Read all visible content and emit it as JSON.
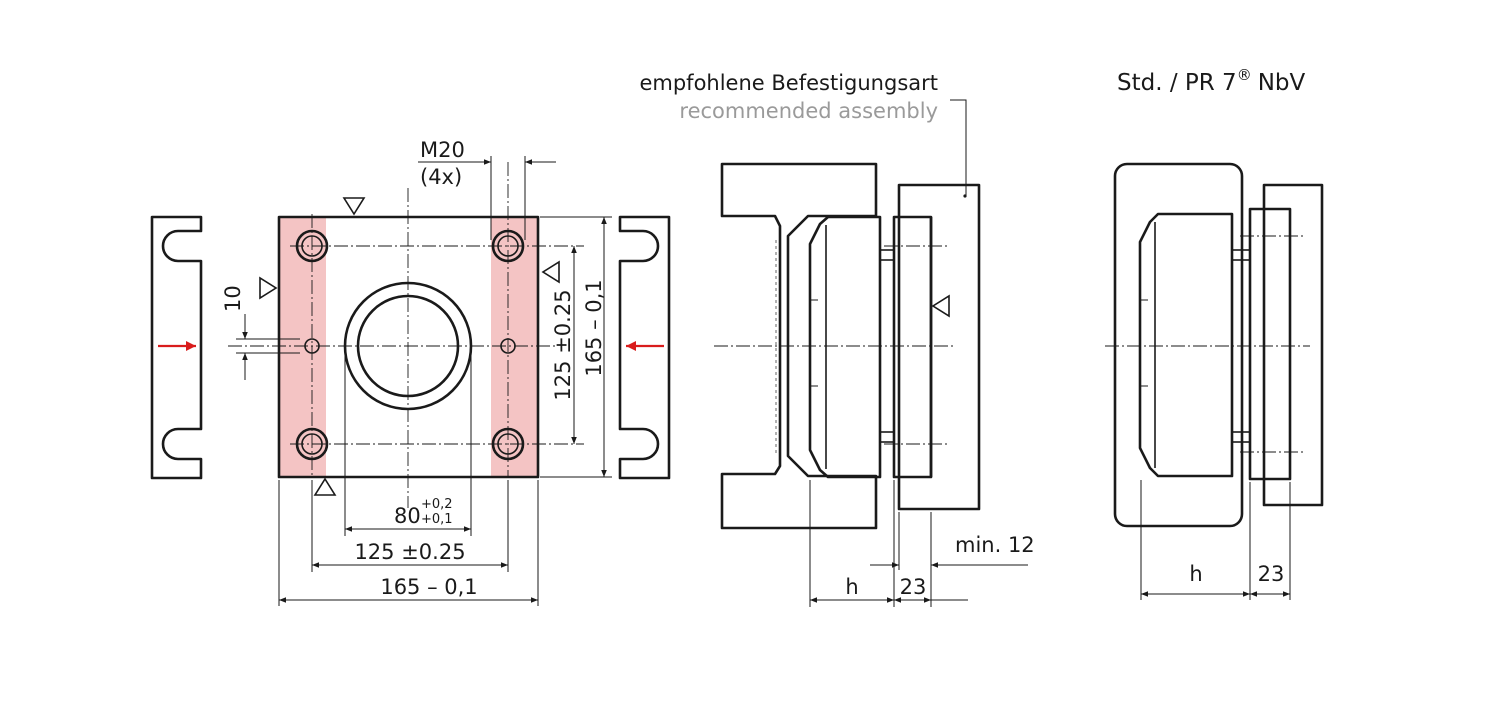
{
  "header": {
    "title_de": "empfohlene Befestigungsart",
    "title_en": "recommended assembly",
    "variant": "Std. / PR 7",
    "registered": "®",
    "variant_suffix": "NbV"
  },
  "front_view": {
    "thread": "M20",
    "thread_count": "(4x)",
    "offset": "10",
    "bore_width": "80",
    "bore_tol_upper": "+0,2",
    "bore_tol_lower": "+0,1",
    "hole_spacing_h": "125 ±0.25",
    "plate_width": "165 – 0,1",
    "hole_spacing_v": "125 ±0.25",
    "plate_height": "165 – 0,1"
  },
  "side_view": {
    "h_label": "h",
    "thickness": "23",
    "min_distance": "min. 12"
  },
  "std_view": {
    "h_label": "h",
    "thickness": "23"
  },
  "colors": {
    "line": "#1a1a1a",
    "highlight": "#f4c4c4",
    "arrow": "#d91c1c",
    "grey_text": "#9a9a9a"
  }
}
